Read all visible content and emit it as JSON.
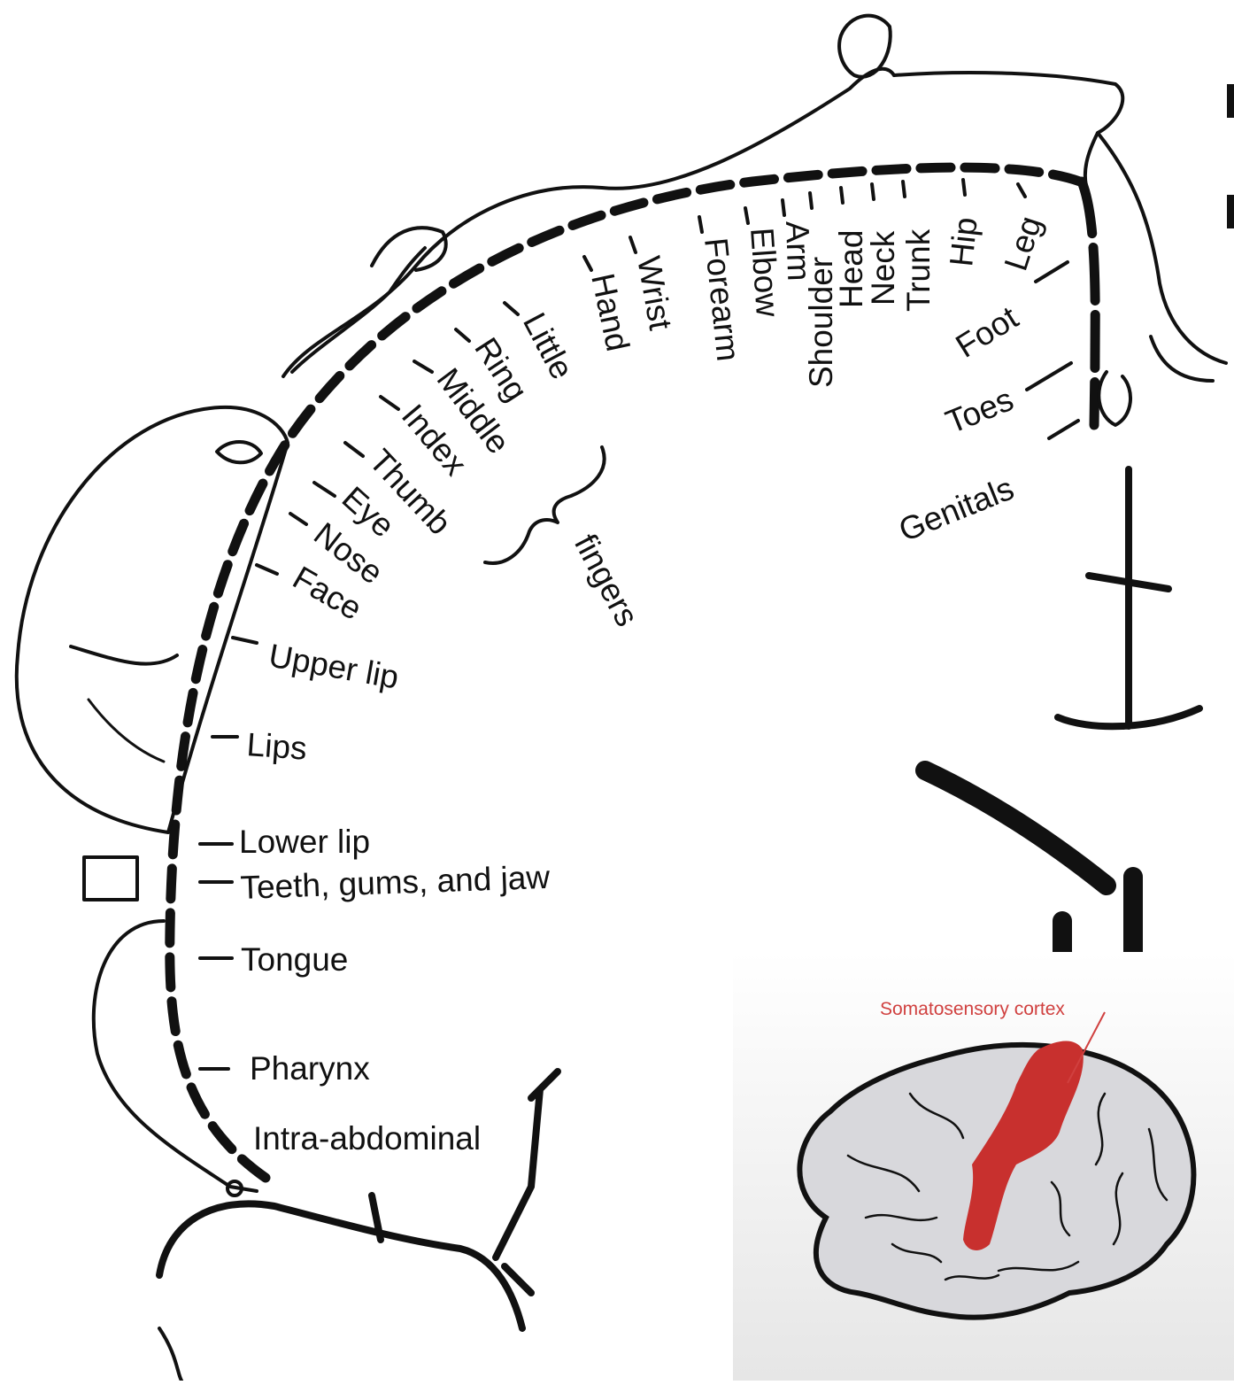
{
  "body_part_labels": {
    "little": "Little",
    "ring": "Ring",
    "middle": "Middle",
    "index": "Index",
    "thumb": "Thumb",
    "eye": "Eye",
    "nose": "Nose",
    "face": "Face",
    "upper_lip": "Upper lip",
    "lips": "Lips",
    "lower_lip": "Lower lip",
    "teeth": "Teeth, gums, and jaw",
    "tongue": "Tongue",
    "pharynx": "Pharynx",
    "intra_abdominal": "Intra-abdominal",
    "hand": "Hand",
    "wrist": "Wrist",
    "forearm": "Forearm",
    "elbow": "Elbow",
    "arm": "Arm",
    "shoulder": "Shoulder",
    "head": "Head",
    "neck": "Neck",
    "trunk": "Trunk",
    "hip": "Hip",
    "leg": "Leg",
    "foot": "Foot",
    "toes": "Toes",
    "genitals": "Genitals",
    "fingers": "fingers"
  },
  "inset": {
    "label": "Somatosensory cortex",
    "highlight_color": "#c8302e",
    "brain_fill": "#d8d8dc"
  }
}
